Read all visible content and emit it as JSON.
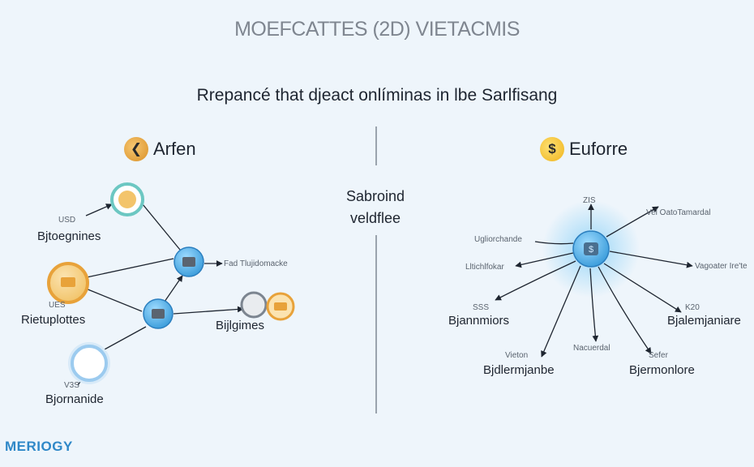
{
  "title": "MOEFCATTES (2D) VIETACMIS",
  "subtitle": "Rrepancé that djeact onlíminas in lbe Sarlfisang",
  "left_section": {
    "heading": "Arfen",
    "coin_icon": "left-chevron-coin"
  },
  "right_section": {
    "heading": "Euforre",
    "coin_icon": "dollar-coin",
    "coin_symbol": "$"
  },
  "center_label": {
    "line1": "Sabroind",
    "line2": "veldflee"
  },
  "left_labels": {
    "usd_small": "USD",
    "node_a": "Bjtoegnines",
    "ues_small": "UES",
    "node_b": "Rietuplottes",
    "vss_small": "V3S",
    "node_c": "Bjornanide",
    "hub_small": "Fad Tlujidomacke",
    "node_d": "Bijlgimes"
  },
  "right_labels": {
    "top_small": "ZIS",
    "top_right_small": "Vel OatoTamardal",
    "ul_small": "Ugliorchande",
    "ml_small": "Lltichlfokar",
    "mr_small": "Vagoater Ire'te",
    "sss_small": "SSS",
    "bj_label": "Bjannmiors",
    "k20_small": "K20",
    "bja_label": "Bjalemjaniare",
    "vieton_small": "Vieton",
    "nac_small": "Nacuerdal",
    "sefer_small": "Sefer",
    "bjd_label": "Bjdlermjanbe",
    "bjm_label": "Bjermonlore"
  },
  "brand": "MERIOGY",
  "colors": {
    "background": "#eef5fb",
    "node_blue": "#5fb4e8",
    "node_teal": "#6cc7c2",
    "node_orange": "#e8a23a",
    "brand_blue": "#2f88c8",
    "glow": "#8fd3f7"
  }
}
